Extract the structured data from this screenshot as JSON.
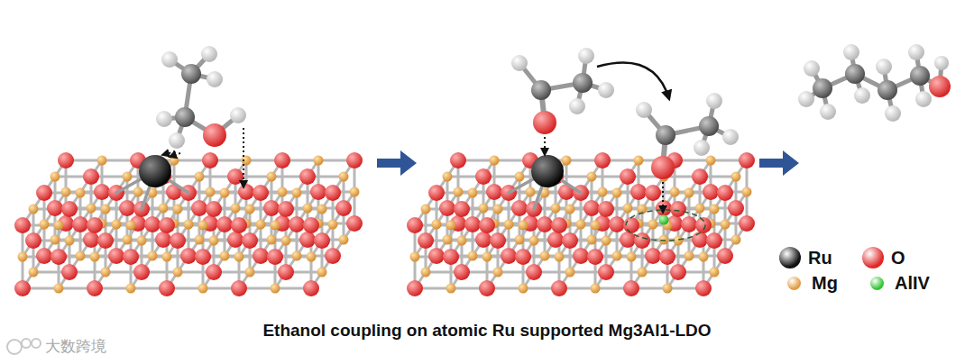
{
  "diagram": {
    "caption": "Ethanol coupling on atomic Ru supported Mg3Al1-LDO",
    "labels": [
      "大数跨境"
    ],
    "legend": [
      {
        "text": "Ru",
        "color": "#111111"
      },
      {
        "text": "O",
        "color": "#e02828"
      },
      {
        "text": "Mg",
        "color": "#e39a40"
      },
      {
        "text": "AlIV",
        "color": "#2fc42f"
      }
    ]
  }
}
